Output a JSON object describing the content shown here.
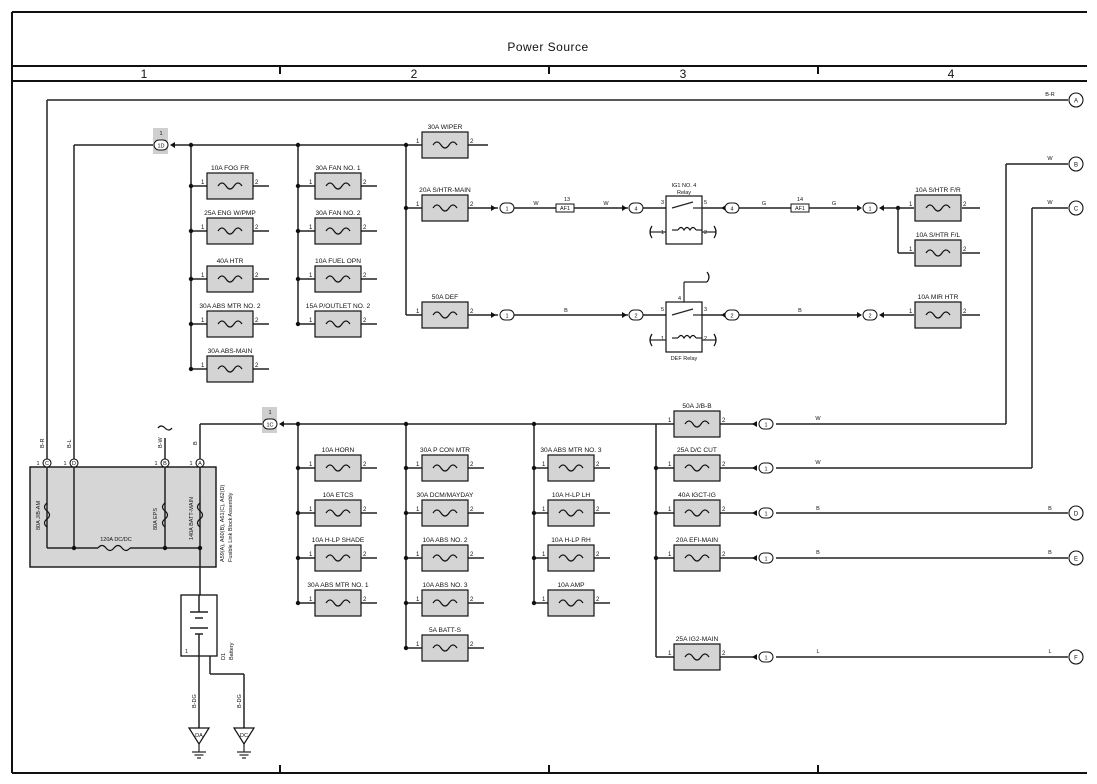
{
  "title": "Power Source",
  "columns": [
    "1",
    "2",
    "3",
    "4"
  ],
  "fuses": {
    "wiper": "30A WIPER",
    "shtr_main": "20A S/HTR-MAIN",
    "def": "50A DEF",
    "fog_fr": "10A FOG FR",
    "eng_wpmp": "25A ENG W/PMP",
    "htr": "40A HTR",
    "abs_mtr2_top": "30A ABS MTR NO. 2",
    "abs_main": "30A ABS-MAIN",
    "fan1": "30A FAN NO. 1",
    "fan2": "30A FAN NO. 2",
    "fuel_opn": "10A FUEL OPN",
    "p_outlet2": "15A P/OUTLET NO. 2",
    "shtr_fr": "10A S/HTR F/R",
    "shtr_fl": "10A S/HTR F/L",
    "mir_htr": "10A MIR HTR",
    "horn": "10A HORN",
    "etcs": "10A ETCS",
    "hlp_shade": "10A H-LP SHADE",
    "abs_mtr1": "30A ABS MTR NO. 1",
    "p_con_mtr": "30A P CON MTR",
    "dcm_mayday": "30A DCM/MAYDAY",
    "abs2": "10A ABS NO. 2",
    "abs3": "10A ABS NO. 3",
    "batt_s": "5A BATT-S",
    "abs_mtr3": "30A ABS MTR NO. 3",
    "hlp_lh": "10A H-LP LH",
    "hlp_rh": "10A H-LP RH",
    "amp": "10A AMP",
    "jb_b": "50A J/B-B",
    "dc_cut": "25A D/C CUT",
    "igct_ig": "40A IGCT-IG",
    "efi_main": "20A EFI-MAIN",
    "ig2_main": "25A IG2-MAIN"
  },
  "fusible_link": {
    "jb_am": "80A J/B-AM",
    "dcdc": "120A DC/DC",
    "eps": "80A EPS",
    "batt_main": "140A BATT-MAIN",
    "assembly_line1": "A59(A), A60(B), A61(C), A62(D)",
    "assembly_line2": "Fusible Link Block Assembly"
  },
  "relays": {
    "ig1_no4_line1": "IG1 NO. 4",
    "ig1_no4_line2": "Relay",
    "def_relay": "DEF Relay"
  },
  "battery": {
    "code": "D1",
    "name": "Battery"
  },
  "grounds": {
    "da": "DA",
    "dc": "DC"
  },
  "connectors": {
    "j1d": "1D",
    "j1c": "1C",
    "ac": "C",
    "ad": "D",
    "ab": "B",
    "aa": "A",
    "n1": "1",
    "n2": "2",
    "n4": "4",
    "j13": "13",
    "j14": "14",
    "af": "AF1"
  },
  "wire_colors": {
    "br": "B-R",
    "bl": "B-L",
    "bw": "B-W",
    "b": "B",
    "w": "W",
    "g": "G",
    "l": "L",
    "bdg": "B-DG"
  },
  "terminals": [
    "A",
    "B",
    "C",
    "D",
    "E",
    "F"
  ]
}
